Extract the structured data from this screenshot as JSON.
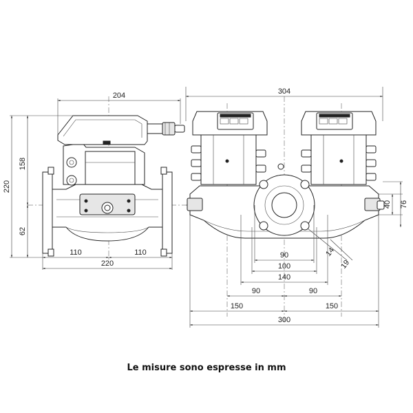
{
  "caption": "Le misure sono espresse in mm",
  "dimensions": {
    "side_top_width": "204",
    "side_height_total": "220",
    "side_height_upper": "158",
    "side_height_lower": "62",
    "side_half_left": "110",
    "side_half_right": "110",
    "side_base_width": "220",
    "front_top_width": "304",
    "front_dim_90a": "90",
    "front_dim_100": "100",
    "front_dim_140": "140",
    "front_dim_90_left": "90",
    "front_dim_90_right": "90",
    "front_dim_150_left": "150",
    "front_dim_150_right": "150",
    "front_base_width": "300",
    "front_right_40": "40",
    "front_right_76": "76",
    "bolt_14": "14",
    "bolt_19": "19"
  }
}
